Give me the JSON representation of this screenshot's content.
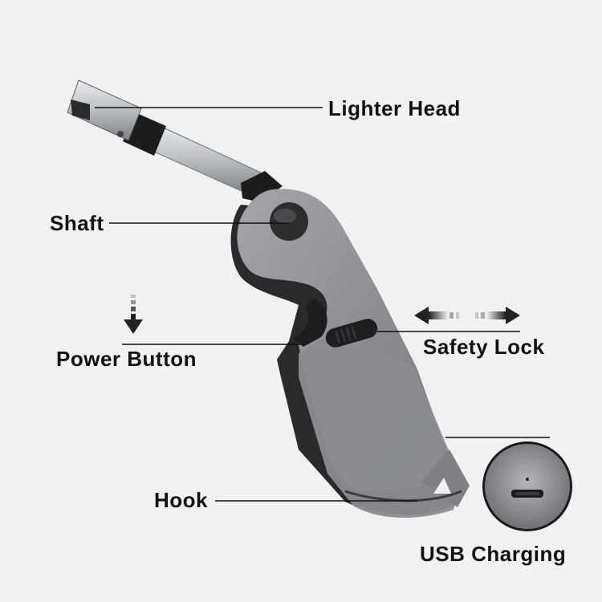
{
  "labels": {
    "lighter_head": "Lighter Head",
    "shaft": "Shaft",
    "power_button": "Power Button",
    "safety_lock": "Safety Lock",
    "hook": "Hook",
    "usb_charging": "USB Charging"
  },
  "colors": {
    "background": "#f1f1f1",
    "body_gray": "#8c8e92",
    "dark_plastic": "#2a2a2c",
    "metal": "#c9ccd0",
    "leader_line": "#111111"
  },
  "icons": {
    "power_indicator": "down-arrow-icon",
    "lock_indicator": "left-right-arrow-icon"
  }
}
